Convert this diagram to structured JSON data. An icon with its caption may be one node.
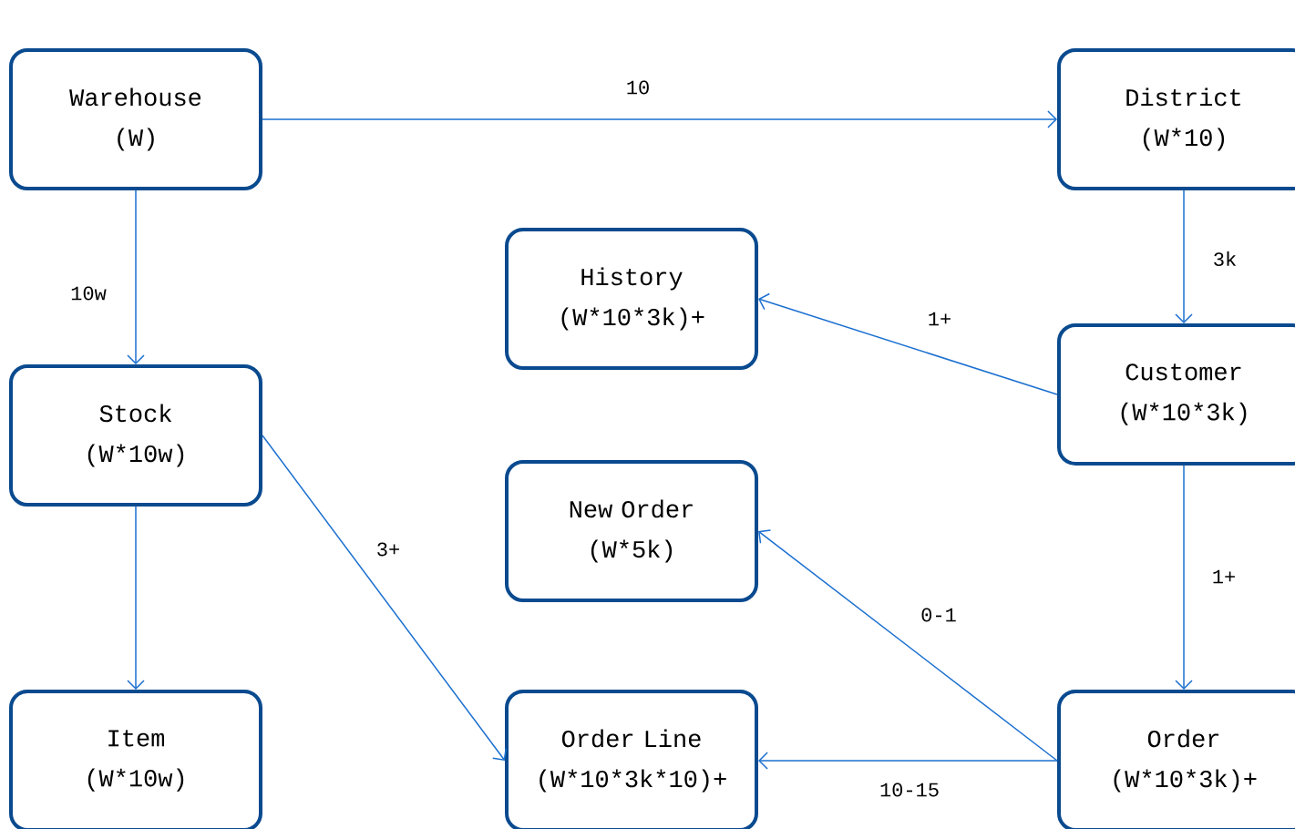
{
  "diagram": {
    "nodes": [
      {
        "text": [
          "Warehouse",
          "(W)"
        ]
      },
      {
        "text": [
          "District",
          "(W*10)"
        ]
      },
      {
        "text": [
          "History",
          "(W*10*3k)+"
        ]
      },
      {
        "text": [
          "Stock",
          "(W*10w)"
        ]
      },
      {
        "text": [
          "Customer",
          "(W*10*3k)"
        ]
      },
      {
        "text": [
          "New Order",
          "(W*5k)"
        ]
      },
      {
        "text": [
          "Item",
          "(W*10w)"
        ]
      },
      {
        "text": [
          "Order Line",
          "(W*10*3k*10)+"
        ]
      },
      {
        "text": [
          "Order",
          "(W*10*3k)+"
        ]
      }
    ],
    "edges": [
      {
        "from": 0,
        "to": 1,
        "arrow": "to",
        "label": "10"
      },
      {
        "from": 0,
        "to": 3,
        "arrow": "to",
        "label": "10w"
      },
      {
        "from": 1,
        "to": 4,
        "arrow": "to",
        "label": "3k"
      },
      {
        "from": 4,
        "to": 2,
        "arrow": "to",
        "label": "1+"
      },
      {
        "from": 3,
        "to": 7,
        "arrow": "to",
        "label": "3+"
      },
      {
        "from": 3,
        "to": 6,
        "arrow": "to"
      },
      {
        "from": 8,
        "to": 5,
        "arrow": "to",
        "label": "0-1"
      },
      {
        "from": 4,
        "to": 8,
        "arrow": "to",
        "label": "1+"
      },
      {
        "from": 8,
        "to": 7,
        "arrow": "to",
        "label": "10-15"
      }
    ]
  }
}
